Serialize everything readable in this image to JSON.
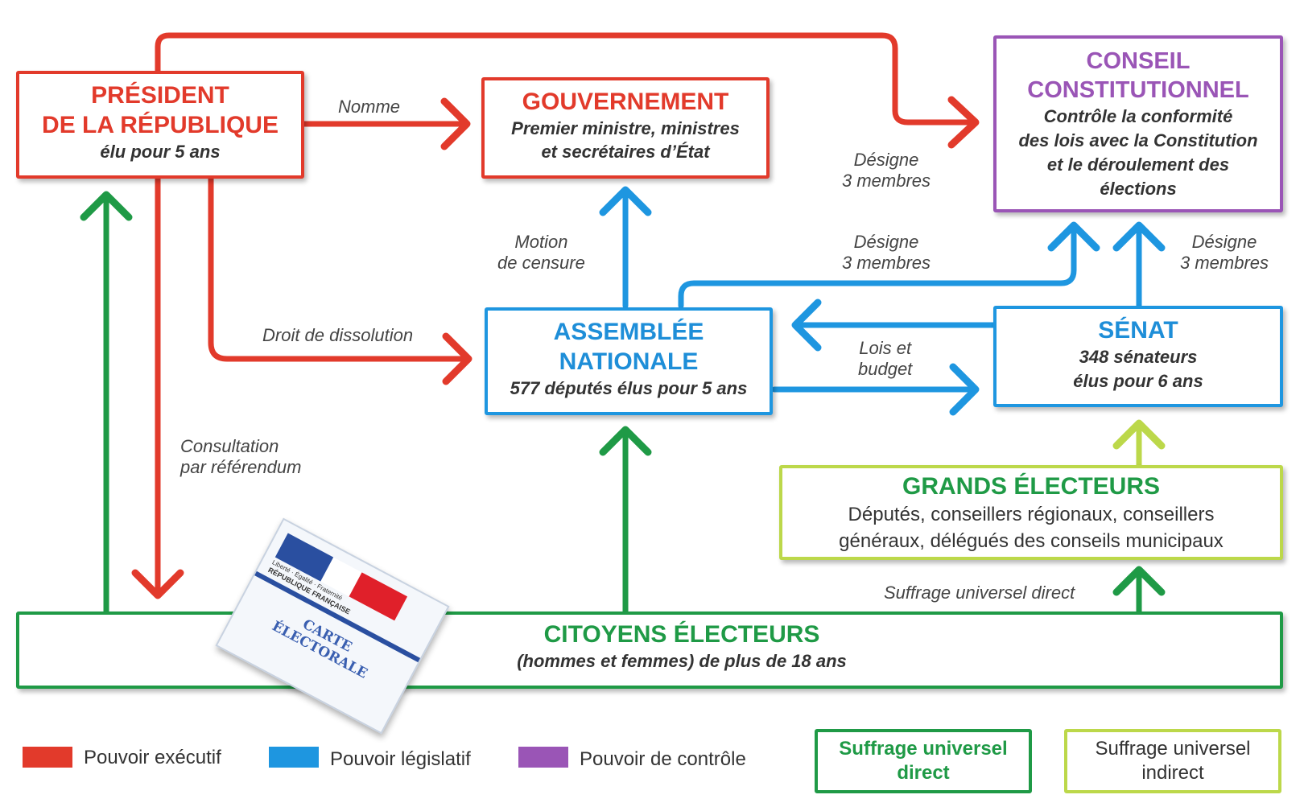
{
  "nodes": {
    "president": {
      "title": "PRÉSIDENT\nDE LA RÉPUBLIQUE",
      "subtitle": "élu pour 5 ans"
    },
    "gouvernement": {
      "title": "GOUVERNEMENT",
      "subtitle": "Premier ministre, ministres\net secrétaires d’État"
    },
    "conseil": {
      "title": "CONSEIL\nCONSTITUTIONNEL",
      "subtitle": "Contrôle la conformité\ndes lois avec la Constitution\net le déroulement des\nélections"
    },
    "assemblee": {
      "title": "ASSEMBLÉE\nNATIONALE",
      "subtitle": "577 députés élus pour 5 ans"
    },
    "senat": {
      "title": "SÉNAT",
      "subtitle": "348 sénateurs\nélus pour 6 ans"
    },
    "grands_electeurs": {
      "title": "GRANDS ÉLECTEURS",
      "subtitle": "Députés, conseillers régionaux, conseillers\ngénéraux, délégués des conseils municipaux"
    },
    "citoyens": {
      "title": "CITOYENS ÉLECTEURS",
      "subtitle": "(hommes et femmes) de plus de 18 ans"
    }
  },
  "edge_labels": {
    "nomme": "Nomme",
    "designe_president": "Désigne\n3 membres",
    "designe_assemblee": "Désigne\n3 membres",
    "designe_senat": "Désigne\n3 membres",
    "motion": "Motion\nde censure",
    "dissolution": "Droit de dissolution",
    "lois": "Lois et\nbudget",
    "consultation": "Consultation\npar référendum",
    "suffrage_direct": "Suffrage universel direct"
  },
  "card": {
    "header": "Liberté · Égalité · Fraternité",
    "republique": "RÉPUBLIQUE FRANÇAISE",
    "title": "CARTE\nÉLECTORALE"
  },
  "legend": {
    "executif": "Pouvoir exécutif",
    "legislatif": "Pouvoir législatif",
    "controle": "Pouvoir de contrôle",
    "direct": "Suffrage universel\ndirect",
    "indirect": "Suffrage universel\nindirect"
  },
  "colors": {
    "executif": "#e23a2b",
    "legislatif": "#1e96e0",
    "controle": "#9a55b6",
    "direct": "#1f9a46",
    "indirect": "#bcd84a"
  }
}
